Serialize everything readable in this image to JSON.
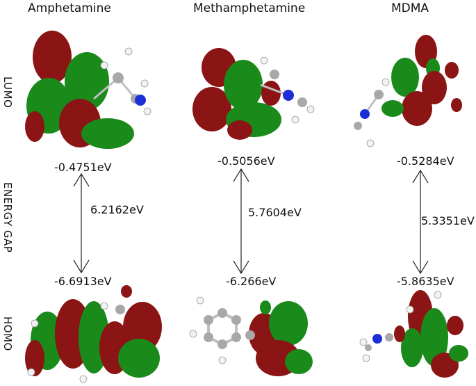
{
  "molecules": [
    {
      "name": "Amphetamine",
      "lumo": "-0.4751eV",
      "gap": "6.2162eV",
      "homo": "-6.6913eV"
    },
    {
      "name": "Methamphetamine",
      "lumo": "-0.5056eV",
      "gap": "5.7604eV",
      "homo": "-6.266eV"
    },
    {
      "name": "MDMA",
      "lumo": "-0.5284eV",
      "gap": "5.3351eV",
      "homo": "-5.8635eV"
    }
  ],
  "row_labels": {
    "lumo": "LUMO",
    "gap": "ENERGY GAP",
    "homo": "HOMO"
  },
  "colors": {
    "lobe_red": "#8b1414",
    "lobe_green": "#1a8a1a",
    "atom_carbon": "#a8a8a8",
    "atom_hydrogen": "#f2f2f2",
    "atom_nitrogen": "#1c2fd6",
    "atom_oxygen": "#c82020",
    "arrow": "#222222"
  }
}
